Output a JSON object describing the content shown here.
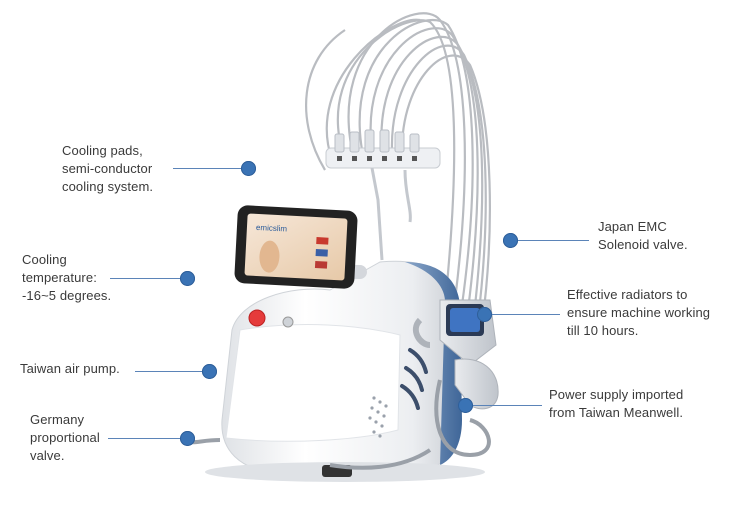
{
  "product": {
    "screen_brand": "emicslim",
    "accent_color": "#3a73b5",
    "body_color": "#f2f3f5",
    "trim_color": "#6f8fb8"
  },
  "callouts": [
    {
      "id": "cooling-pads",
      "text": "Cooling pads,\nsemi-conductor\ncooling system."
    },
    {
      "id": "cooling-temperature",
      "text": "Cooling\ntemperature:\n-16~5 degrees."
    },
    {
      "id": "air-pump",
      "text": "Taiwan air pump."
    },
    {
      "id": "proportional-valve",
      "text": "Germany\nproportional\nvalve."
    },
    {
      "id": "solenoid-valve",
      "text": "Japan EMC\nSolenoid valve."
    },
    {
      "id": "radiators",
      "text": "Effective radiators to\nensure machine working\ntill 10 hours."
    },
    {
      "id": "power-supply",
      "text": "Power supply imported\nfrom Taiwan Meanwell."
    }
  ]
}
